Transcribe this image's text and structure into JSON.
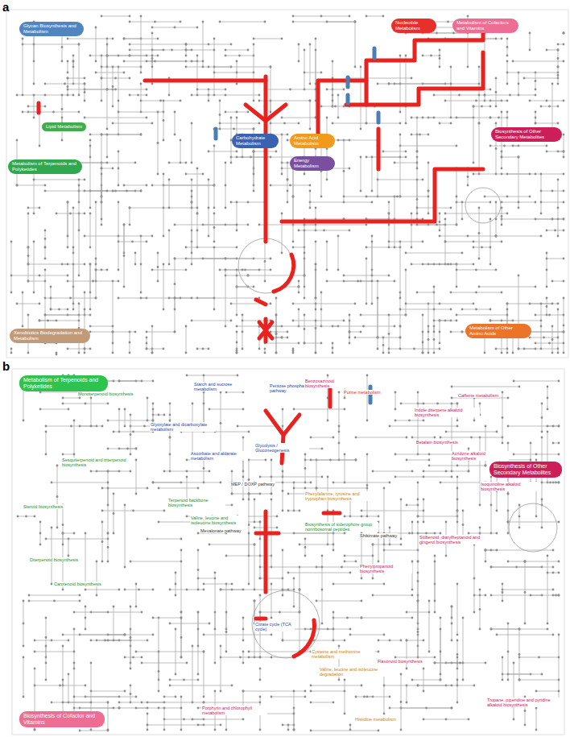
{
  "diagram": {
    "nodes": [
      {
        "text": [
          "Glycan Biosynthesis and Metabolism"
        ]
      },
      {
        "text": [
          "Nucleotide Metabolism"
        ]
      },
      {
        "text": [
          "Metabolism of Cofactors and Vitamins"
        ]
      },
      {
        "text": [
          "Lipid Metabolism"
        ]
      },
      {
        "text": [
          "Biosynthesis of Other Secondary Metabolites"
        ]
      },
      {
        "text": [
          "Carbohydrate Metabolism"
        ]
      },
      {
        "text": [
          "Amino Acid Metabolism"
        ]
      },
      {
        "text": [
          "Energy Metabolism"
        ]
      },
      {
        "text": [
          "Metabolism of Terpenoids and Polyketides"
        ]
      },
      {
        "text": [
          "Xenobiotics Biodegradation and Metabolism"
        ]
      },
      {
        "text": [
          "Metabolism of Other Amino Acids"
        ]
      },
      {
        "text": [
          "Metabolism of Terpenoids and Polyketides"
        ]
      },
      {
        "text": [
          "Biosynthesis of Other Secondary Metabolites"
        ]
      },
      {
        "text": [
          "Biosynthesis of Cofactor and Vitamins"
        ]
      }
    ],
    "labels": [
      "a",
      "b",
      "Monoterpenoid biosynthesis",
      "Starch and sucrose metabolism",
      "Pentose phosphate pathway",
      "Benzoxazinoid biosynthesis",
      "Purine metabolism",
      "Caffeine metabolism",
      "Glyoxylate and dicarboxylate metabolism",
      "Glycolysis / Gluconeogenesis",
      "Ascorbate and aldarate metabolism",
      "Indole diterpene alkaloid biosynthesis",
      "Betalain biosynthesis",
      "Acridone alkaloid biosynthesis",
      "Isoquinoline alkaloid biosynthesis",
      "Sesquiterpenoid and triterpenoid biosynthesis",
      "Steroid biosynthesis",
      "Diterpenoid biosynthesis",
      "Carotenoid biosynthesis",
      "MEP / DOXP pathway",
      "Terpenoid backbone biosynthesis",
      "Valine, leucine and isoleucine biosynthesis",
      "Mevalonate pathway",
      "Phenylalanine, tyrosine and tryptophan biosynthesis",
      "Biosynthesis of siderophore group nonribosomal peptides",
      "Shikimate pathway",
      "Phenylpropanoid biosynthesis",
      "Stilbenoid, diarylheptanoid and gingerol biosynthesis",
      "Citrate cycle (TCA cycle)",
      "Cysteine and methionine metabolism",
      "Valine, leucine and isoleucine degradation",
      "Flavonoid biosynthesis",
      "Porphyrin and chlorophyll metabolism",
      "Histidine metabolism",
      "Tropane, piperidine and pyridine alkaloid biosynthesis"
    ]
  }
}
